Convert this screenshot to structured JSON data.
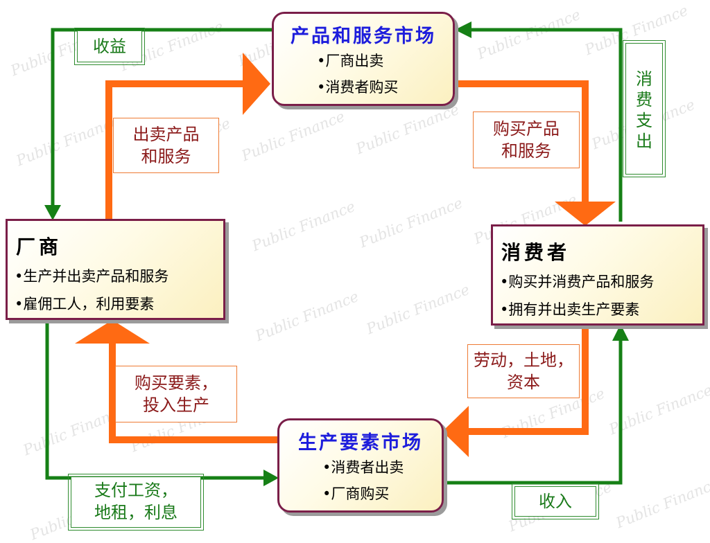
{
  "watermark_text": "Public Finance",
  "boxes": {
    "product_market": {
      "title": "产品和服务市场",
      "bullets": [
        "•厂商出卖",
        "•消费者购买"
      ]
    },
    "factor_market": {
      "title": "生产要素市场",
      "bullets": [
        "•消费者出卖",
        "•厂商购买"
      ]
    },
    "firm": {
      "title": "厂商",
      "bullets": [
        "•生产并出卖产品和服务",
        "•雇佣工人，利用要素"
      ]
    },
    "consumer": {
      "title": "消费者",
      "bullets": [
        "•购买并消费产品和服务",
        "•拥有并出卖生产要素"
      ]
    }
  },
  "labels": {
    "revenue": "收益",
    "consumer_spending": [
      "消",
      "费",
      "支",
      "出"
    ],
    "sell_goods": [
      "出卖产品",
      "和服务"
    ],
    "buy_goods": [
      "购买产品",
      "和服务"
    ],
    "factors": [
      "劳动，土地，",
      "资本"
    ],
    "buy_factors": [
      "购买要素，",
      "投入生产"
    ],
    "pay_wages": [
      "支付工资，",
      "地租，利息"
    ],
    "income": "收入"
  },
  "colors": {
    "money_flow": "#168016",
    "goods_flow": "#ff6a13",
    "box_border": "#7a1e48",
    "market_title": "#1d1ddc"
  }
}
